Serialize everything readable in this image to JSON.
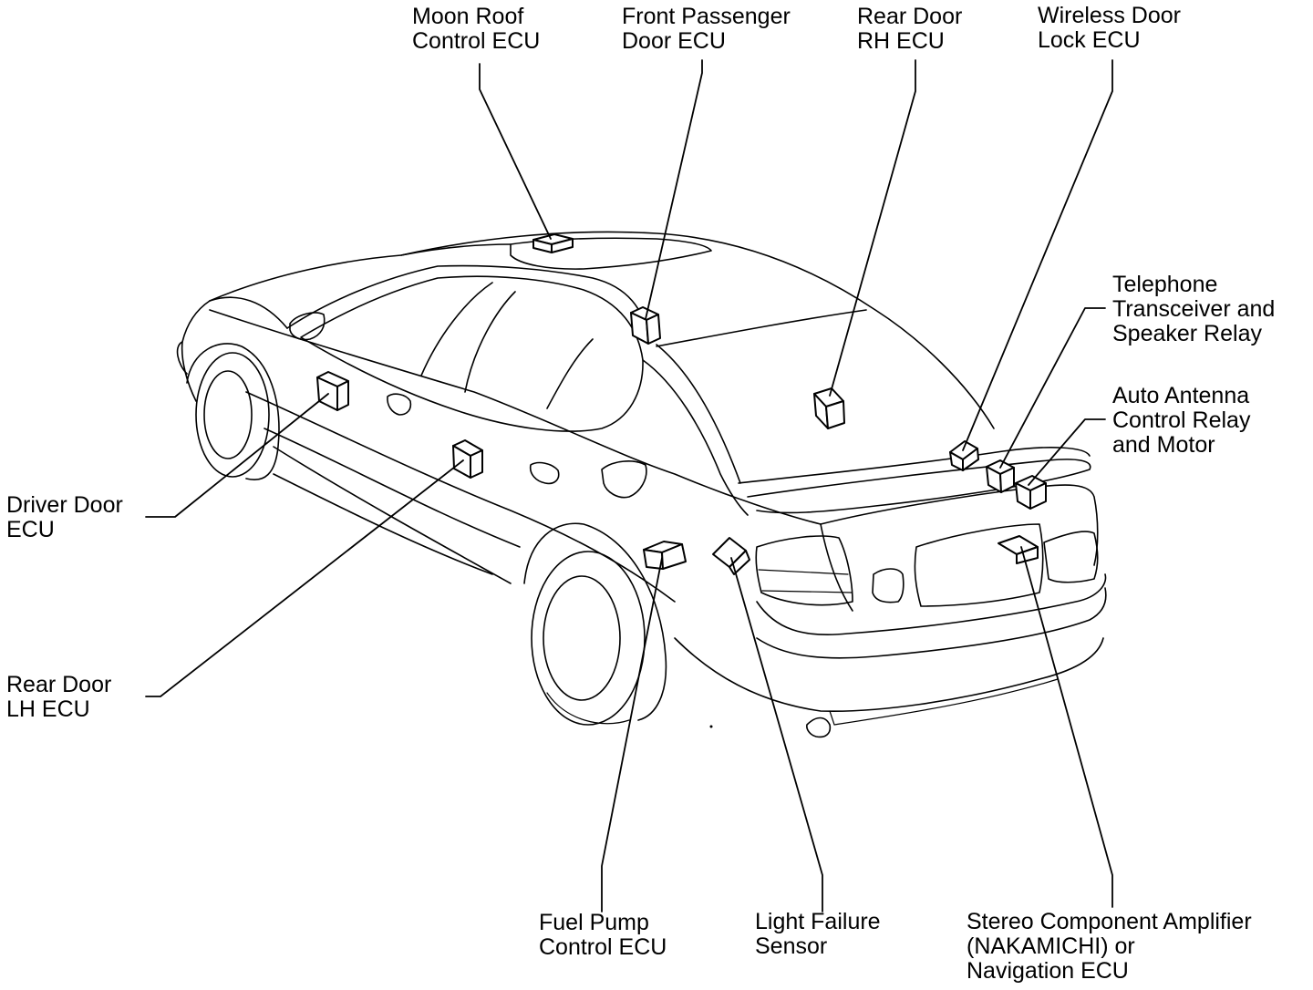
{
  "labels": {
    "moon_roof": [
      "Moon Roof",
      "Control ECU"
    ],
    "front_passenger": [
      "Front Passenger",
      "Door ECU"
    ],
    "rear_door_rh": [
      "Rear Door",
      "RH ECU"
    ],
    "wireless": [
      "Wireless Door",
      "Lock ECU"
    ],
    "telephone": [
      "Telephone",
      "Transceiver and",
      "Speaker Relay"
    ],
    "antenna": [
      "Auto Antenna",
      "Control Relay",
      "and Motor"
    ],
    "driver_door": [
      "Driver Door",
      "ECU"
    ],
    "rear_door_lh": [
      "Rear Door",
      "LH ECU"
    ],
    "fuel_pump": [
      "Fuel Pump",
      "Control ECU"
    ],
    "light_failure": [
      "Light Failure",
      "Sensor"
    ],
    "stereo": [
      "Stereo Component Amplifier",
      "(NAKAMICHI) or",
      "Navigation ECU"
    ]
  }
}
